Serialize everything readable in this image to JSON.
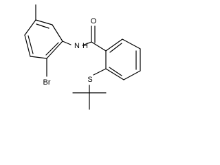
{
  "atoms": {
    "oxygen": "O",
    "amide_n": "N",
    "amide_h": "H",
    "bromine": "Br",
    "sulfur": "S"
  },
  "colors": {
    "bond": "#000000",
    "label": "#000000",
    "background": "#ffffff"
  }
}
